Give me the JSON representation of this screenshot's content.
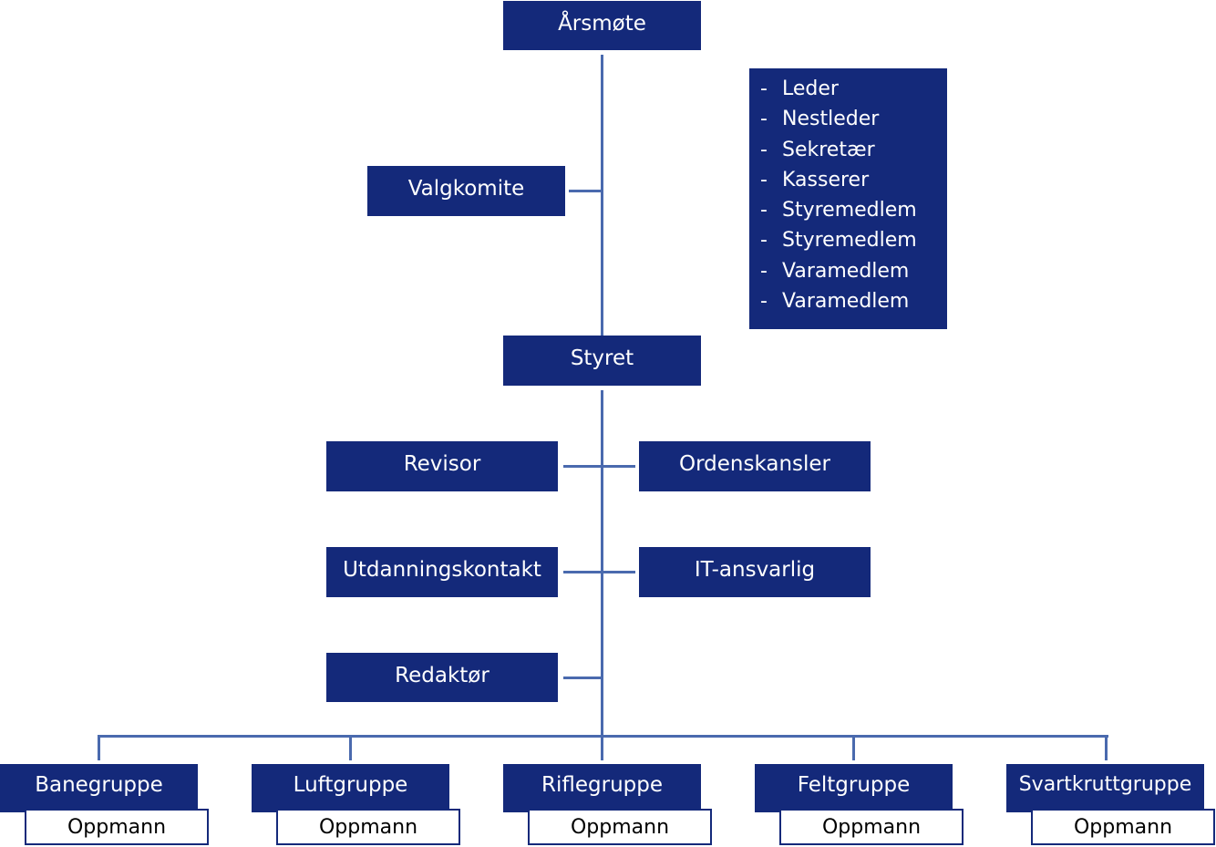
{
  "chart": {
    "top": "Årsmøte",
    "valgkomite": "Valgkomite",
    "board": "Styret",
    "board_members": [
      "Leder",
      "Nestleder",
      "Sekretær",
      "Kasserer",
      "Styremedlem",
      "Styremedlem",
      "Varamedlem",
      "Varamedlem"
    ],
    "left_roles": [
      "Revisor",
      "Utdanningskontakt",
      "Redaktør"
    ],
    "right_roles": [
      "Ordenskansler",
      "IT-ansvarlig"
    ],
    "groups": [
      {
        "name": "Banegruppe",
        "sub": "Oppmann"
      },
      {
        "name": "Luftgruppe",
        "sub": "Oppmann"
      },
      {
        "name": "Riflegruppe",
        "sub": "Oppmann"
      },
      {
        "name": "Feltgruppe",
        "sub": "Oppmann"
      },
      {
        "name": "Svartkruttgruppe",
        "sub": "Oppmann"
      }
    ]
  },
  "colors": {
    "box": "#14297a",
    "line": "#4a6aae",
    "sub_bg": "#ffffff"
  }
}
